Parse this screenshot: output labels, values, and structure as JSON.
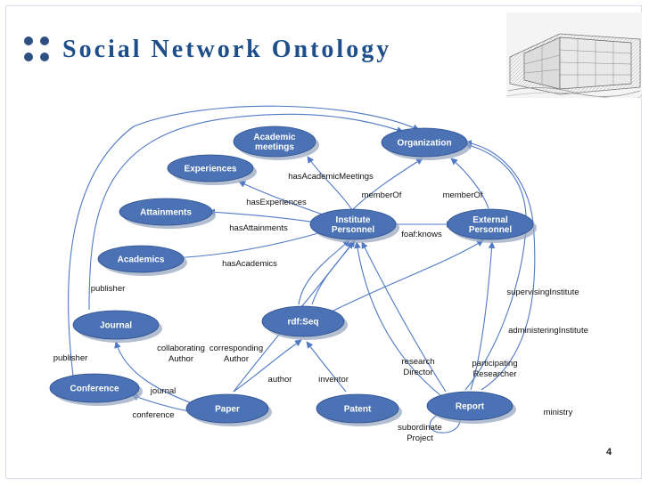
{
  "title": "Social Network Ontology",
  "page_number": "4",
  "colors": {
    "title": "#1f4f8a",
    "node_fill": "#4a72b4",
    "node_shadow": "#9aa8c2",
    "edge": "#4f79c4"
  },
  "nodes": {
    "academic_meetings": [
      "Academic",
      "meetings"
    ],
    "organization": [
      "Organization"
    ],
    "experiences": [
      "Experiences"
    ],
    "attainments": [
      "Attainments"
    ],
    "institute_personnel": [
      "Institute",
      "Personnel"
    ],
    "external_personnel": [
      "External",
      "Personnel"
    ],
    "academics": [
      "Academics"
    ],
    "rdf_seq": [
      "rdf:Seq"
    ],
    "journal": [
      "Journal"
    ],
    "conference": [
      "Conference"
    ],
    "paper": [
      "Paper"
    ],
    "patent": [
      "Patent"
    ],
    "report": [
      "Report"
    ]
  },
  "edge_labels": {
    "has_academic_meetings": [
      "hasAcademicMeetings"
    ],
    "member_of_1": [
      "memberOf"
    ],
    "member_of_2": [
      "memberOf"
    ],
    "has_experiences": [
      "hasExperiences"
    ],
    "has_attainments": [
      "hasAttainments"
    ],
    "foaf_knows": [
      "foaf:knows"
    ],
    "has_academics": [
      "hasAcademics"
    ],
    "publisher_journal": [
      "publisher"
    ],
    "supervising_institute": [
      "supervisingInstitute"
    ],
    "administering_institute": [
      "administeringInstitute"
    ],
    "collaborating_author": [
      "collaborating",
      "Author"
    ],
    "corresponding_author": [
      "corresponding",
      "Author"
    ],
    "publisher_conference": [
      "publisher"
    ],
    "research_director": [
      "research",
      "Director"
    ],
    "participating_researcher": [
      "participating",
      "Researcher"
    ],
    "journal": [
      "journal"
    ],
    "author": [
      "author"
    ],
    "inventor": [
      "inventor"
    ],
    "conference": [
      "conference"
    ],
    "ministry": [
      "ministry"
    ],
    "subordinate_project": [
      "subordinate",
      "Project"
    ]
  }
}
